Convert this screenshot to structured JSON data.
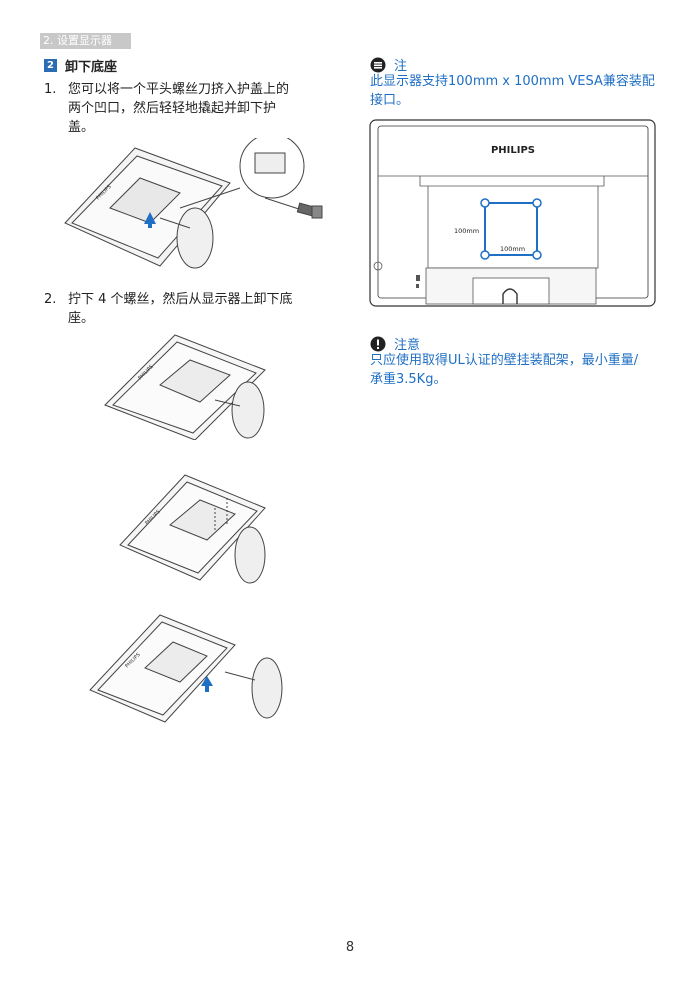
{
  "section_tab": "2. 设置显示器",
  "step": {
    "number": "2",
    "title": "卸下底座"
  },
  "items": [
    {
      "num": "1.",
      "text": "您可以将一个平头螺丝刀挤入护盖上的两个凹口，然后轻轻地撬起并卸下护盖。"
    },
    {
      "num": "2.",
      "text": "拧下 4 个螺丝，然后从显示器上卸下底座。"
    }
  ],
  "note": {
    "title": "注",
    "body": "此显示器支持100mm x 100mm VESA兼容装配接口。"
  },
  "caution": {
    "title": "注意",
    "body": "只应使用取得UL认证的壁挂装配架，最小重量/承重3.5Kg。"
  },
  "illustrations": {
    "brand": "PHILIPS",
    "vesa_h": "100mm",
    "vesa_v": "100mm"
  },
  "colors": {
    "accent": "#1f6fc4",
    "step_badge": "#2a6db5",
    "tab_bg": "#c8c8c8"
  },
  "page_number": "8"
}
